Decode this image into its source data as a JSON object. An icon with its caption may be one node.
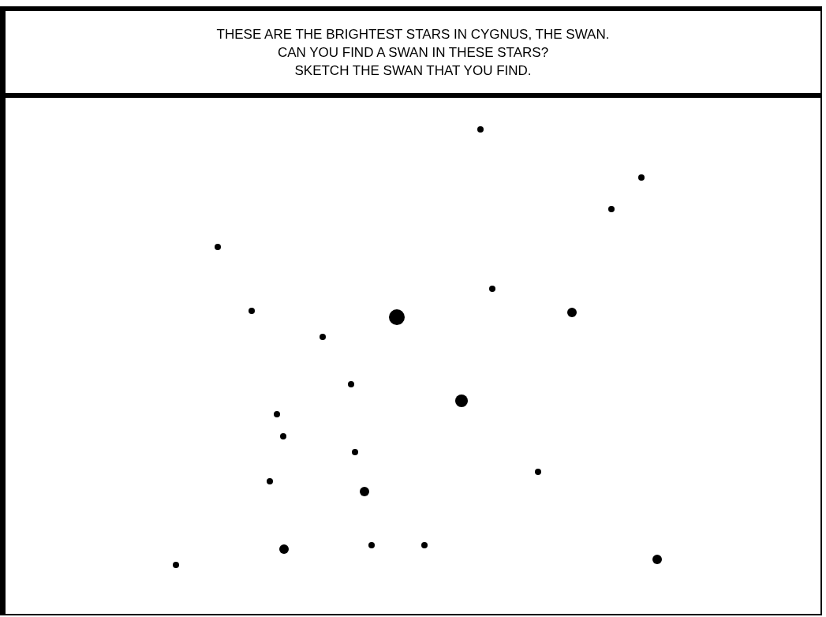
{
  "diagram": {
    "nodes": [
      {
        "text": [
          "THESE ARE THE BRIGHTEST STARS IN CYGNUS, THE SWAN.",
          "CAN YOU FIND A SWAN IN THESE STARS?",
          "SKETCH THE SWAN THAT YOU FIND."
        ]
      }
    ]
  }
}
